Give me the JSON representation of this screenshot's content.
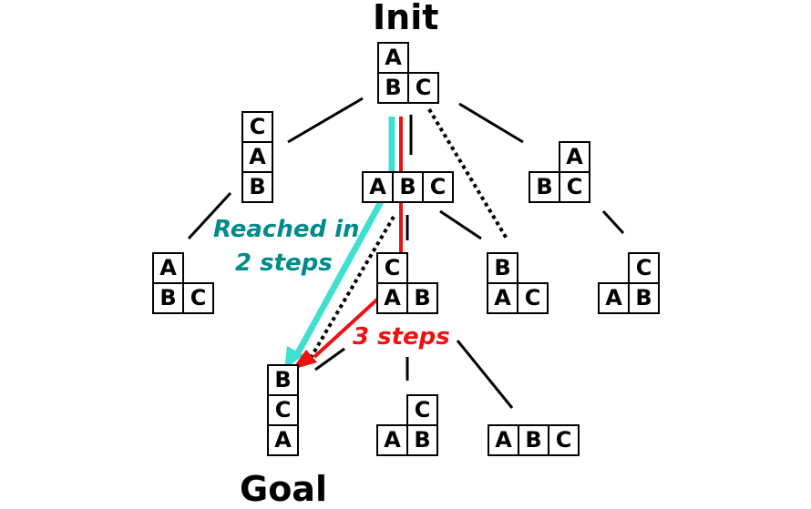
{
  "labels": {
    "init": "Init",
    "goal": "Goal",
    "reached_line1": "Reached in",
    "reached_line2": "2 steps",
    "three_steps": "3 steps"
  },
  "colors": {
    "reached_path": "#40E0D0",
    "reached_text": "#008B8B",
    "three_path": "#EE1111",
    "edge": "#000000"
  },
  "states": {
    "init": [
      "A",
      "B",
      "C"
    ],
    "l1_left": [
      "C",
      "A",
      "B"
    ],
    "l1_middle": [
      "A",
      "B",
      "C"
    ],
    "l1_right": [
      "A",
      "B",
      "C"
    ],
    "l2_a": [
      "A",
      "B",
      "C"
    ],
    "l2_b": [
      "C",
      "A",
      "B"
    ],
    "l2_c": [
      "B",
      "A",
      "C"
    ],
    "l2_d": [
      "C",
      "A",
      "B"
    ],
    "goal": [
      "B",
      "C",
      "A"
    ],
    "l3_b": [
      "C",
      "A",
      "B"
    ],
    "l3_c": [
      "A",
      "B",
      "C"
    ]
  }
}
